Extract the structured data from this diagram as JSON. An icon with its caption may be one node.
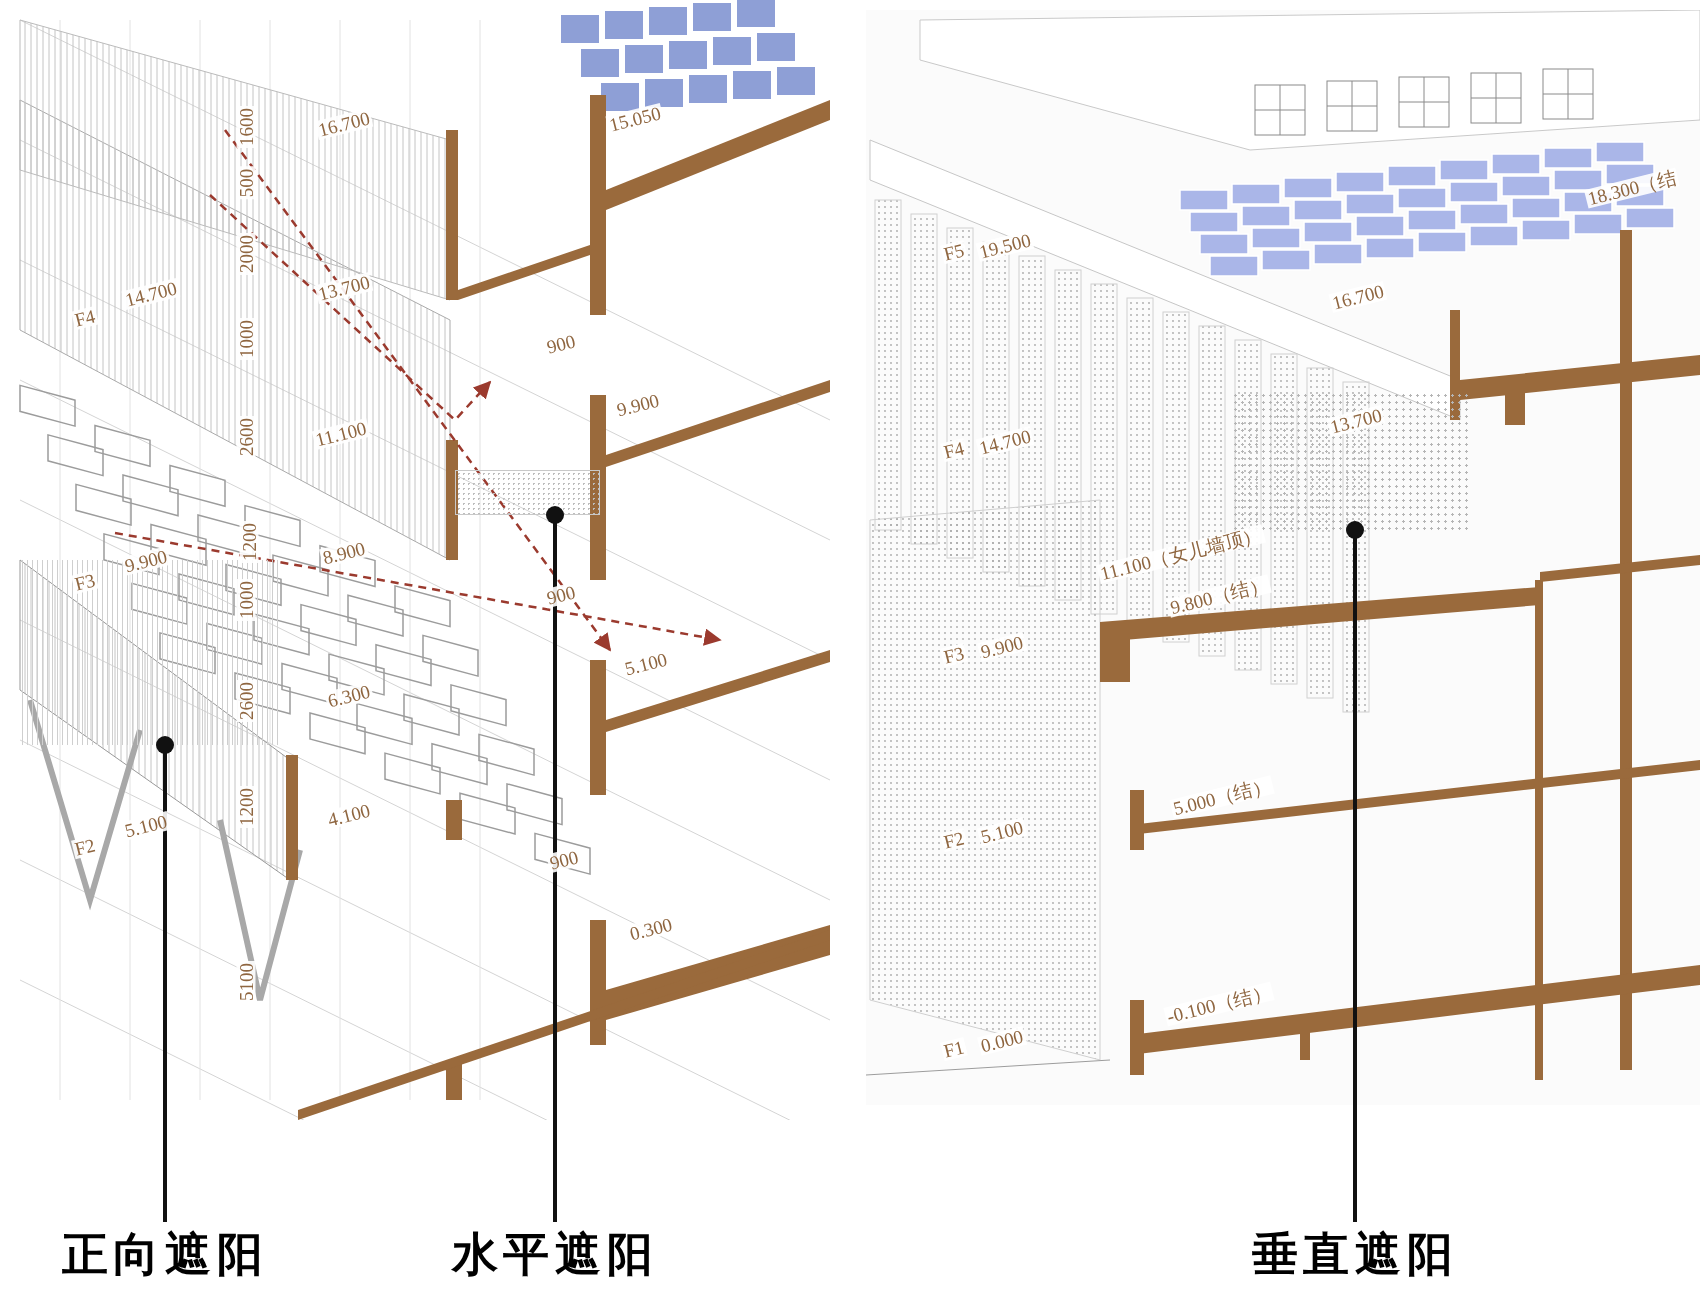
{
  "diagram": {
    "nodes": [
      {
        "text": [
          "正向遮阳"
        ]
      },
      {
        "text": [
          "水平遮阳"
        ]
      },
      {
        "text": [
          "垂直遮阳"
        ]
      },
      {
        "text": [],
        "shape": "box"
      },
      {
        "text": [],
        "shape": "box"
      },
      {
        "text": [],
        "shape": "box"
      }
    ],
    "edges": [
      {
        "from": 0,
        "to": 3,
        "arrow": "other"
      },
      {
        "from": 1,
        "to": 4,
        "arrow": "other"
      },
      {
        "from": 2,
        "to": 5,
        "arrow": "other"
      }
    ],
    "labels": [
      "1600",
      "16.700",
      "15.050",
      "500",
      "2000",
      "13.700",
      "F4",
      "14.700",
      "1000",
      "900",
      "9.900",
      "2600",
      "11.100",
      "1200",
      "F3",
      "9.900",
      "8.900",
      "1000",
      "900",
      "5.100",
      "2600",
      "6.300",
      "1200",
      "F2",
      "5.100",
      "4.100",
      "900",
      "0.300",
      "5100",
      "F5",
      "19.500",
      "18.300（结",
      "16.700",
      "F4",
      "14.700",
      "13.700",
      "11.100（女儿墙顶）",
      "9.800（结）",
      "F3",
      "9.900",
      "5.000（结）",
      "F2",
      "5.100",
      "-0.100（结）",
      "F1",
      "0.000"
    ]
  }
}
